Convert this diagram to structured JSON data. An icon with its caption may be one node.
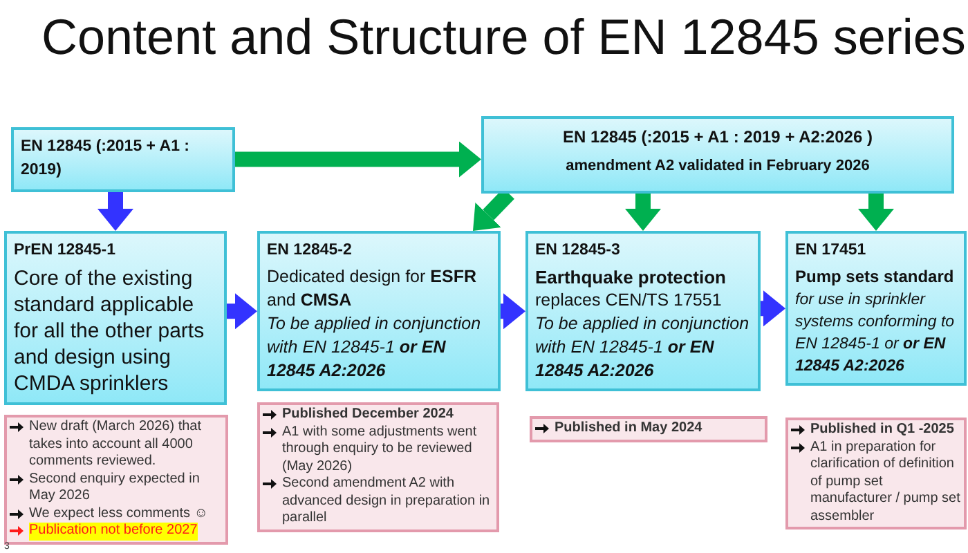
{
  "diagram": {
    "title": "Content and Structure of EN 12845 series",
    "nodes": [
      {
        "text": [
          "EN 12845 (:2015 + A1 : 2019)"
        ]
      },
      {
        "text": [
          "EN 12845 (:2015 + A1 : 2019 **+ A2:2026** )",
          "amendment A2 validated in February 2026"
        ]
      },
      {
        "text": [
          "PrEN 12845-1",
          "Core of the existing standard applicable for all the other parts and design using CMDA sprinklers"
        ]
      },
      {
        "text": [
          "EN 12845-2",
          "Dedicated design for **ESFR** and **CMSA**",
          "To be applied in conjunction with EN 12845-1 **or EN 12845 A2:2026**"
        ]
      },
      {
        "text": [
          "EN 12845-3",
          "Earthquake protection",
          "replaces CEN/TS 17551",
          "To be applied in conjunction with EN 12845-1 **or EN 12845 A2:2026**"
        ]
      },
      {
        "text": [
          "EN 17451",
          "Pump sets standard",
          "for use in sprinkler systems conforming to EN 12845-1 or **or EN 12845 A2:2026**"
        ]
      },
      {
        "text": [
          "New draft (March 2026) that takes into account all 4000 comments reviewed.",
          "Second enquiry expected in May 2026",
          "We expect less comments ☺",
          "Publication not before 2027"
        ]
      },
      {
        "text": [
          "Published December 2024",
          "A1 with some adjustments went through enquiry to be reviewed (May 2026)",
          "Second amendment A2 with advanced design in preparation in parallel"
        ]
      },
      {
        "text": [
          "Published in May 2024"
        ]
      },
      {
        "text": [
          "Published in Q1 -2025",
          "A1 in preparation for clarification of definition of pump set manufacturer / pump set assembler"
        ]
      }
    ],
    "edges": [
      {
        "from": 0,
        "to": 1,
        "arrow": "to",
        "color": "#00b050"
      },
      {
        "from": 0,
        "to": 2,
        "arrow": "to",
        "color": "#3333ff"
      },
      {
        "from": 1,
        "to": 3,
        "arrow": "to",
        "color": "#00b050"
      },
      {
        "from": 1,
        "to": 4,
        "arrow": "to",
        "color": "#00b050"
      },
      {
        "from": 1,
        "to": 5,
        "arrow": "to",
        "color": "#00b050"
      },
      {
        "from": 2,
        "to": 3,
        "arrow": "to",
        "color": "#3333ff"
      },
      {
        "from": 3,
        "to": 4,
        "arrow": "to",
        "color": "#3333ff"
      },
      {
        "from": 4,
        "to": 5,
        "arrow": "to",
        "color": "#3333ff"
      }
    ],
    "labels": [
      "3"
    ]
  }
}
